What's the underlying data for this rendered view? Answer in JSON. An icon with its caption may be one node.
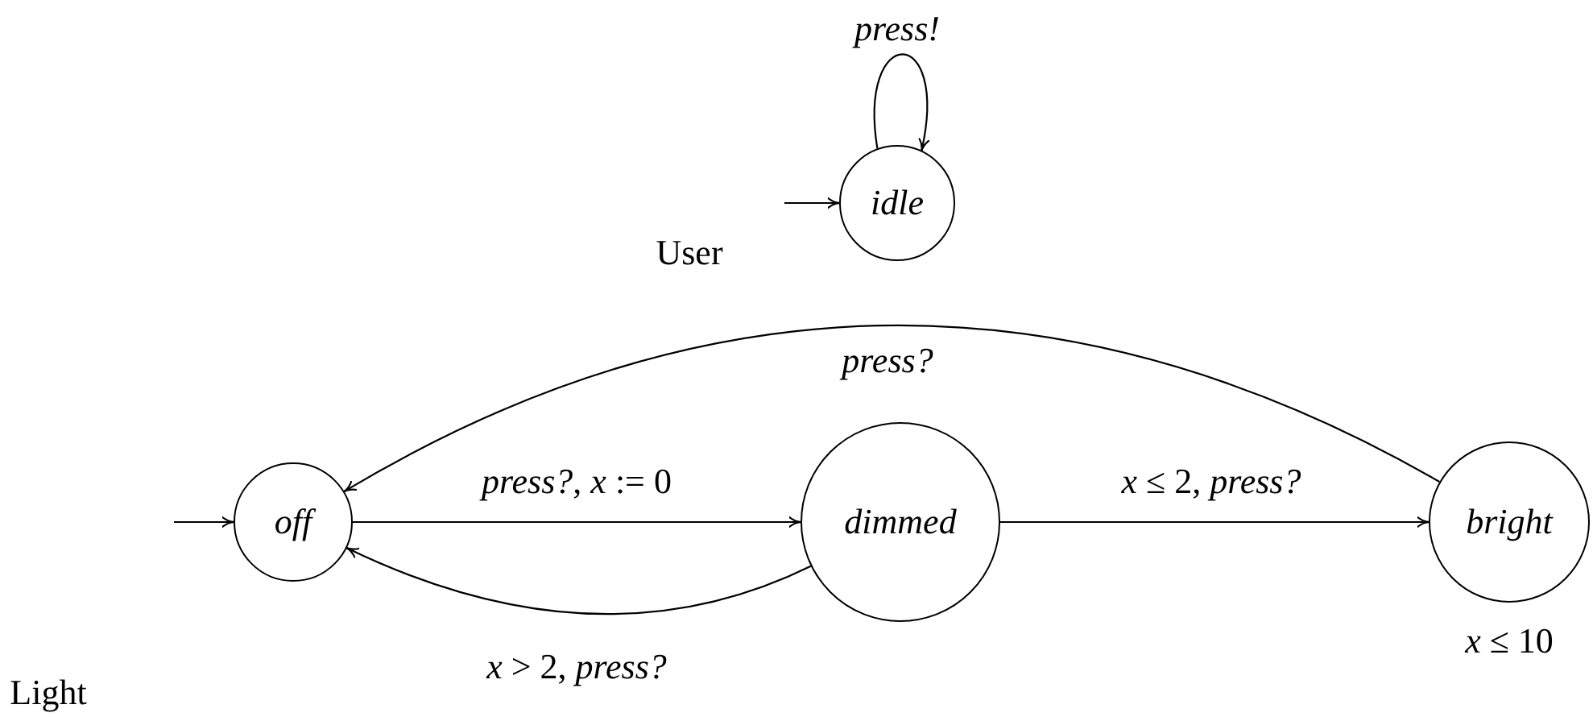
{
  "diagram": {
    "nodes": [
      {
        "text": [
          "idle"
        ]
      },
      {
        "text": [
          "off"
        ]
      },
      {
        "text": [
          "dimmed"
        ]
      },
      {
        "text": [
          "bright"
        ],
        "beside": [
          "*x* ≤ 10"
        ]
      }
    ],
    "edges": [
      {
        "from": null,
        "to": 0,
        "arrow": "to"
      },
      {
        "from": 0,
        "to": 0,
        "arrow": "to",
        "label": "*press!*"
      },
      {
        "from": null,
        "to": 1,
        "arrow": "to"
      },
      {
        "from": 1,
        "to": 2,
        "arrow": "to",
        "label": "*press?*, *x* := 0"
      },
      {
        "from": 2,
        "to": 3,
        "arrow": "to",
        "label": "*x* ≤ 2, *press?*"
      },
      {
        "from": 2,
        "to": 1,
        "arrow": "to",
        "label": "*x* > 2, *press?*"
      },
      {
        "from": 3,
        "to": 1,
        "arrow": "to",
        "label": "*press?*"
      }
    ],
    "labels": [
      "User",
      "Light"
    ]
  }
}
